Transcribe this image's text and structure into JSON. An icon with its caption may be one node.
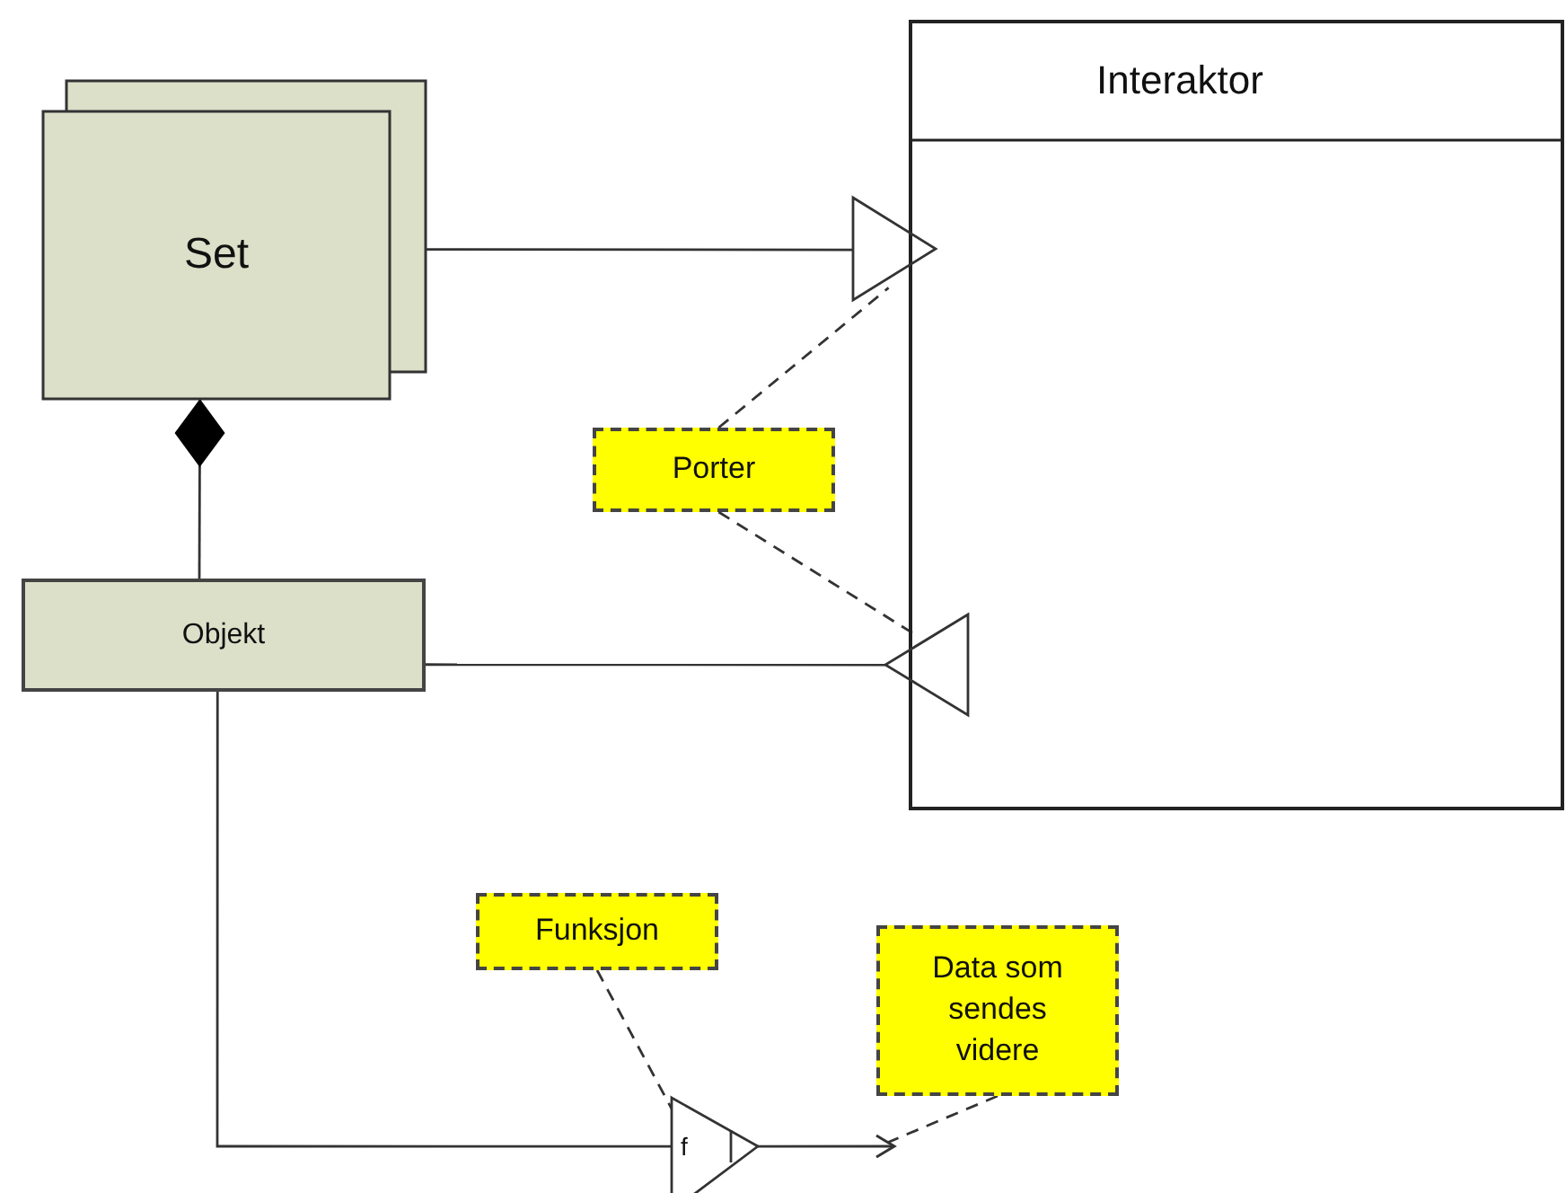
{
  "diagram": {
    "nodes": [
      {
        "text": [
          "Set"
        ]
      },
      {
        "text": [
          "Interaktor"
        ]
      },
      {
        "text": [
          "Porter"
        ]
      },
      {
        "text": [
          "Objekt"
        ]
      },
      {
        "text": [
          "Funksjon"
        ]
      },
      {
        "text": [
          "Data som sendes videre"
        ]
      },
      {
        "text": [],
        "shape": "triangle"
      },
      {
        "text": [],
        "shape": "triangle"
      },
      {
        "text": [
          "f"
        ]
      }
    ],
    "edges": [
      {
        "from": 0,
        "to": 6,
        "arrow": "none"
      },
      {
        "from": 3,
        "to": 0,
        "arrow": "other"
      },
      {
        "from": 3,
        "to": 7,
        "arrow": "none"
      },
      {
        "from": 3,
        "to": 8,
        "arrow": "none"
      },
      {
        "from": 8,
        "to": null,
        "arrow": "to"
      },
      {
        "from": 2,
        "to": 6,
        "arrow": "none",
        "style": "dashed"
      },
      {
        "from": 2,
        "to": 7,
        "arrow": "none",
        "style": "dashed"
      },
      {
        "from": 4,
        "to": 8,
        "arrow": "none",
        "style": "dashed"
      },
      {
        "from": 5,
        "to": null,
        "arrow": "none",
        "style": "dashed"
      }
    ]
  }
}
